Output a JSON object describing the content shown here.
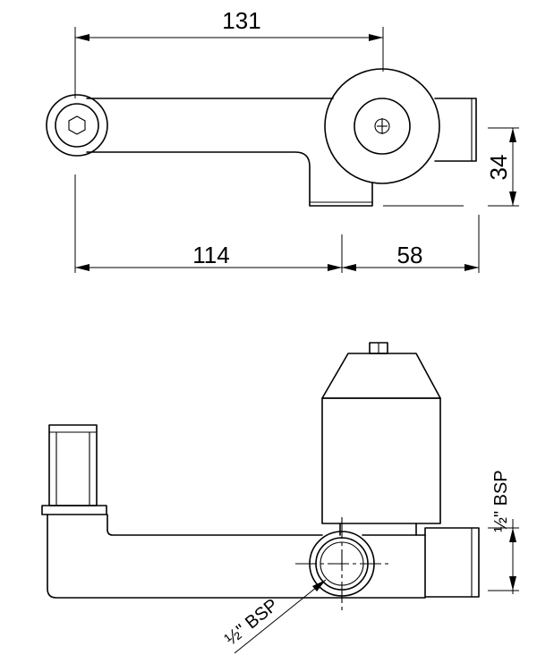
{
  "top_view": {
    "dimensions": {
      "overall": "131",
      "left": "114",
      "right": "58",
      "height": "34"
    }
  },
  "side_view": {
    "thread_inlet": {
      "fraction": "½",
      "unit": "\" BSP"
    },
    "thread_outlet": {
      "fraction": "½",
      "unit": "\" BSP"
    }
  }
}
